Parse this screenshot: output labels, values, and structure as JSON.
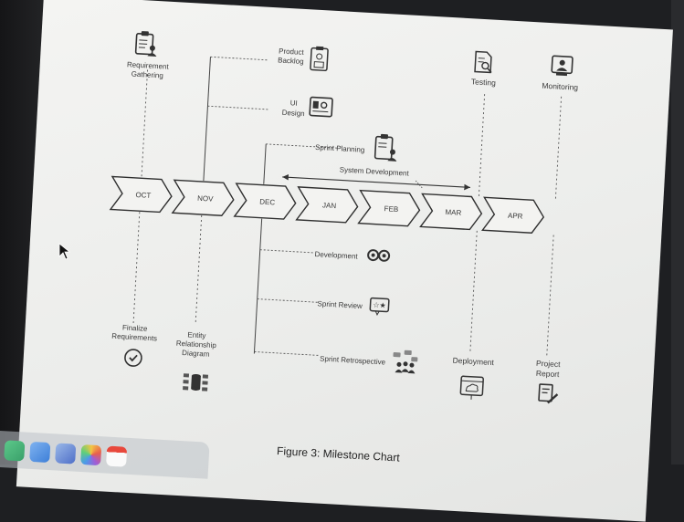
{
  "figure": {
    "caption": "Figure 3: Milestone Chart"
  },
  "months": [
    "OCT",
    "NOV",
    "DEC",
    "JAN",
    "FEB",
    "MAR",
    "APR"
  ],
  "top_labels": {
    "requirement_gathering": [
      "Requirement",
      "Gathering"
    ],
    "product_backlog": [
      "Product",
      "Backlog"
    ],
    "ui_design": [
      "UI",
      "Design"
    ],
    "sprint_planning": "Sprint Planning",
    "system_development": "System Development",
    "testing": "Testing",
    "monitoring": "Monitoring"
  },
  "bottom_labels": {
    "development": "Development",
    "sprint_review": "Sprint Review",
    "sprint_retrospective": "Sprint Retrospective",
    "finalize_requirements": [
      "Finalize",
      "Requirements"
    ],
    "entity_relationship_diagram": [
      "Entity",
      "Relationship",
      "Diagram"
    ],
    "deployment": "Deployment",
    "project_report": [
      "Project",
      "Report"
    ]
  },
  "icons": {
    "requirement_gathering": "clipboard-person-icon",
    "product_backlog": "clipboard-icon",
    "ui_design": "ui-design-icon",
    "sprint_planning": "clipboard-person-icon",
    "testing": "document-search-icon",
    "monitoring": "monitor-person-icon",
    "development": "gears-icon",
    "sprint_review": "review-stars-icon",
    "sprint_retrospective": "team-chat-icon",
    "finalize_requirements": "check-circle-icon",
    "entity_relationship_diagram": "database-icon",
    "deployment": "cloud-deploy-icon",
    "project_report": "report-pen-icon"
  },
  "dock_apps": [
    "finder",
    "mail",
    "files",
    "photos",
    "calendar"
  ],
  "colors": {
    "ink": "#3a3a3a",
    "screen": "#eeeeec",
    "bezel": "#1e1f22"
  }
}
